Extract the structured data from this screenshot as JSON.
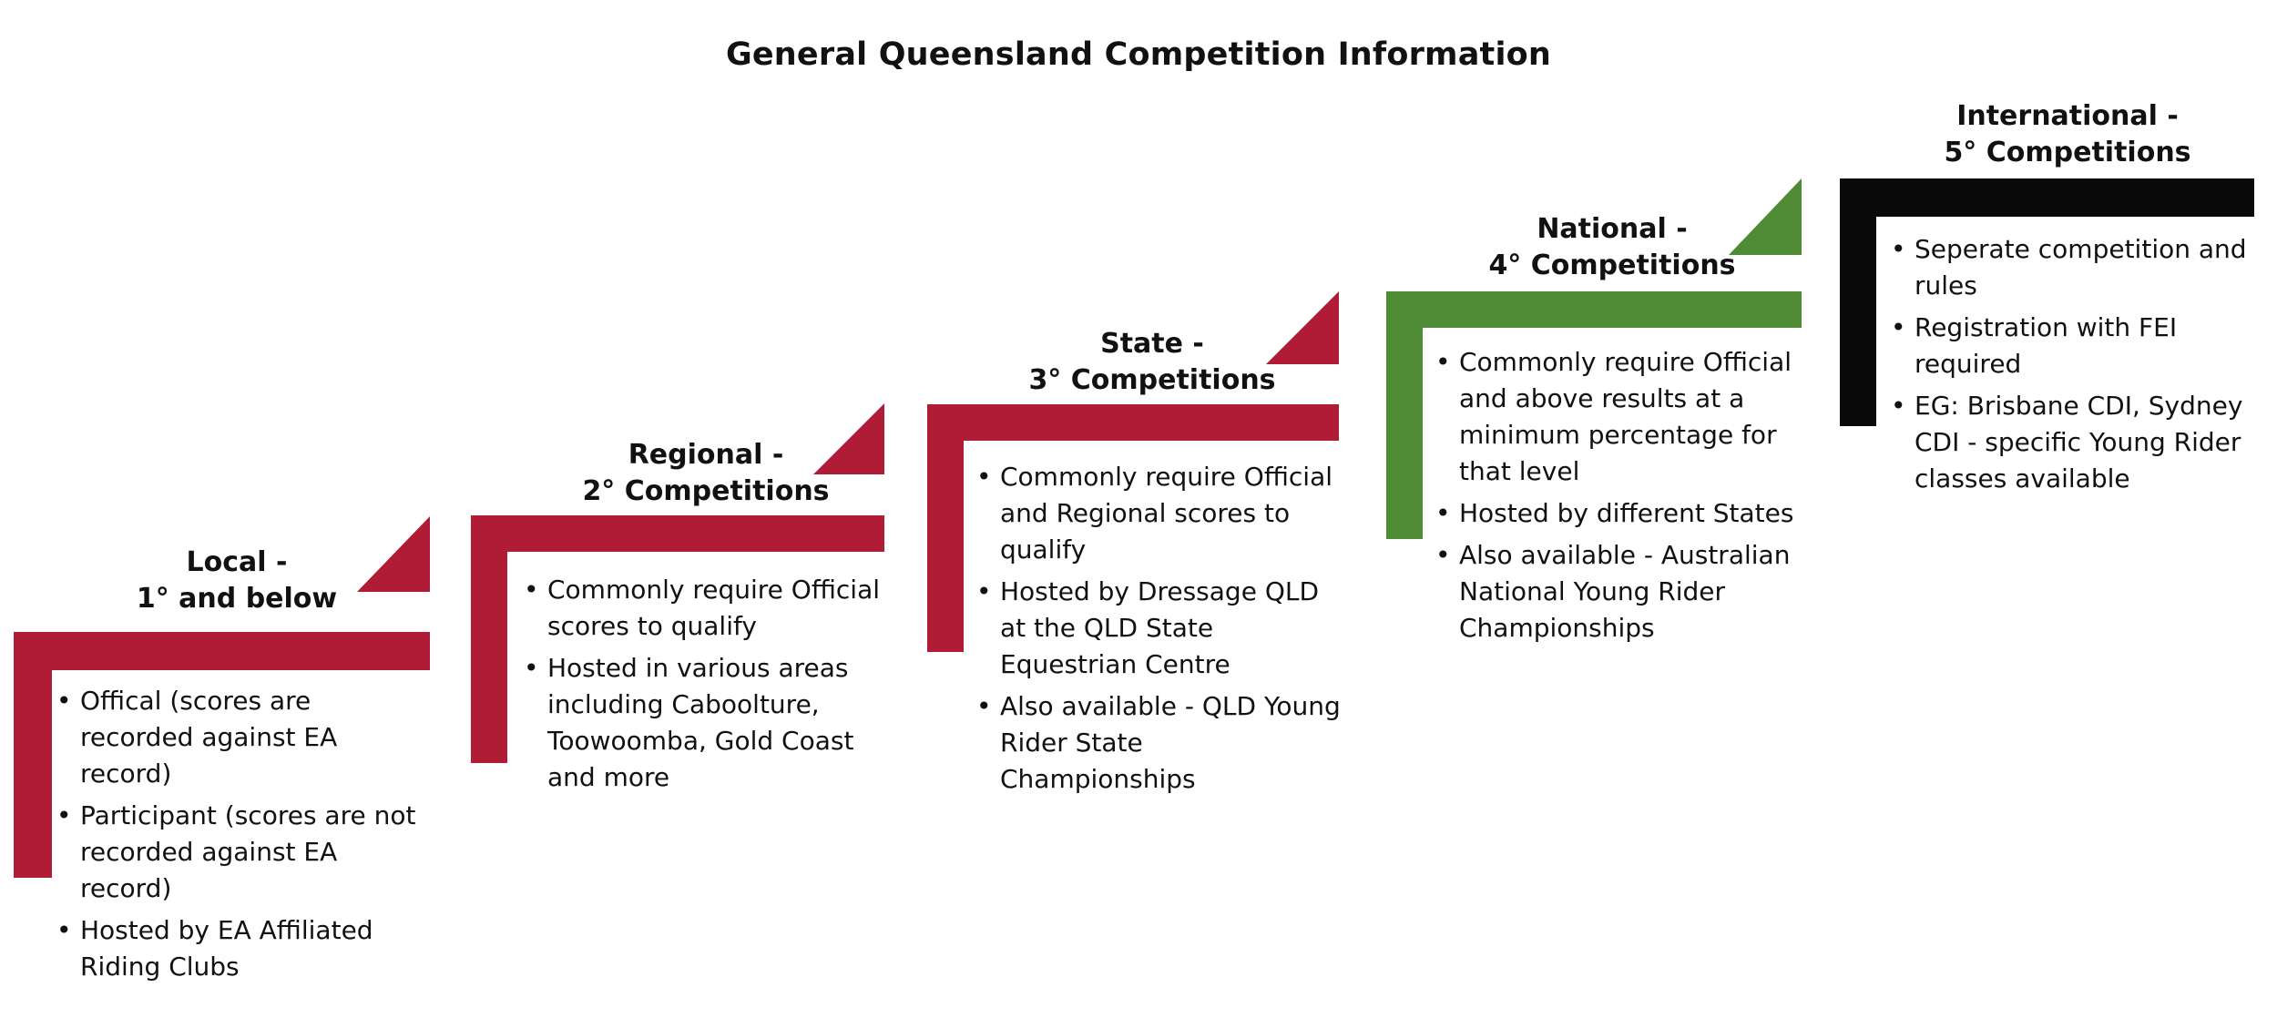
{
  "title": "General Queensland Competition Information",
  "colors": {
    "red": "#b01c35",
    "green": "#4f8a35",
    "black": "#0a0a0a"
  },
  "steps": [
    {
      "id": "local",
      "heading_line1": "Local -",
      "heading_line2": "1° and below",
      "color": "red",
      "bullets": [
        "Offical (scores are recorded against EA record)",
        "Participant (scores are not recorded against EA record)",
        "Hosted by EA Affiliated Riding Clubs"
      ]
    },
    {
      "id": "regional",
      "heading_line1": "Regional -",
      "heading_line2": "2° Competitions",
      "color": "red",
      "bullets": [
        "Commonly require Official scores to qualify",
        "Hosted in various areas including Caboolture, Toowoomba, Gold Coast and more"
      ]
    },
    {
      "id": "state",
      "heading_line1": "State -",
      "heading_line2": "3° Competitions",
      "color": "red",
      "bullets": [
        "Commonly require Official and Regional scores to qualify",
        "Hosted by Dressage QLD at the QLD State Equestrian Centre",
        "Also available - QLD Young Rider State Championships"
      ]
    },
    {
      "id": "national",
      "heading_line1": "National -",
      "heading_line2": "4° Competitions",
      "color": "green",
      "bullets": [
        "Commonly require Official and above results at a minimum percentage for that level",
        "Hosted by different States",
        "Also available - Australian National Young Rider Championships"
      ]
    },
    {
      "id": "international",
      "heading_line1": "International -",
      "heading_line2": "5° Competitions",
      "color": "black",
      "bullets": [
        "Seperate competition and rules",
        "Registration with FEI required",
        "EG: Brisbane CDI, Sydney CDI - specific Young Rider classes available"
      ]
    }
  ]
}
